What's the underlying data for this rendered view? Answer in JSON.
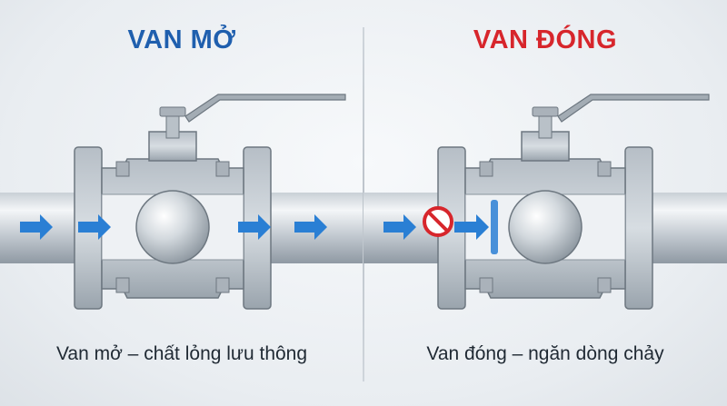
{
  "panels": {
    "open": {
      "title": "VAN MỞ",
      "caption": "Van mở – chất lỏng lưu thông",
      "title_color": "#1f5fae",
      "flow_arrow_color": "#2a7fd4"
    },
    "closed": {
      "title": "VAN ĐÓNG",
      "caption": "Van đóng – ngăn dòng chảy",
      "title_color": "#d7262c",
      "flow_arrow_color": "#2a7fd4",
      "stop_icon_color": "#d7262c"
    }
  },
  "icons": [
    "flow-arrow-icon",
    "stop-sign-icon",
    "valve-handle-icon"
  ]
}
